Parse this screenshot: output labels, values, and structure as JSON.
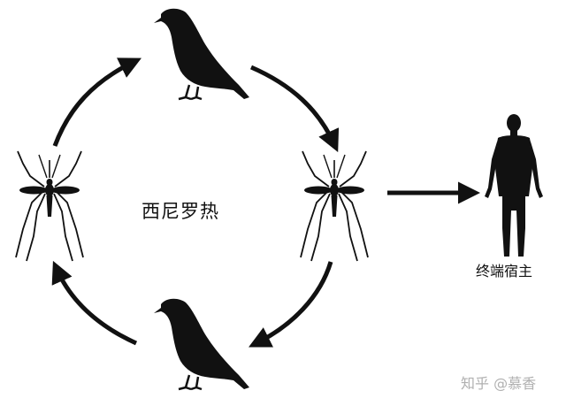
{
  "diagram": {
    "center_label": "西尼罗热",
    "host_label": "终端宿主",
    "watermark": "知乎 @慕香",
    "colors": {
      "ink": "#111111",
      "watermark": "#b0b0b0",
      "background": "#ffffff"
    },
    "nodes": [
      {
        "id": "bird-top",
        "icon": "bird-icon"
      },
      {
        "id": "mosquito-right",
        "icon": "mosquito-icon"
      },
      {
        "id": "bird-bottom",
        "icon": "bird-icon"
      },
      {
        "id": "mosquito-left",
        "icon": "mosquito-icon"
      },
      {
        "id": "human",
        "icon": "human-icon"
      }
    ],
    "edges": [
      {
        "from": "mosquito-left",
        "to": "bird-top"
      },
      {
        "from": "bird-top",
        "to": "mosquito-right"
      },
      {
        "from": "mosquito-right",
        "to": "bird-bottom"
      },
      {
        "from": "bird-bottom",
        "to": "mosquito-left"
      },
      {
        "from": "mosquito-right",
        "to": "human"
      }
    ]
  }
}
